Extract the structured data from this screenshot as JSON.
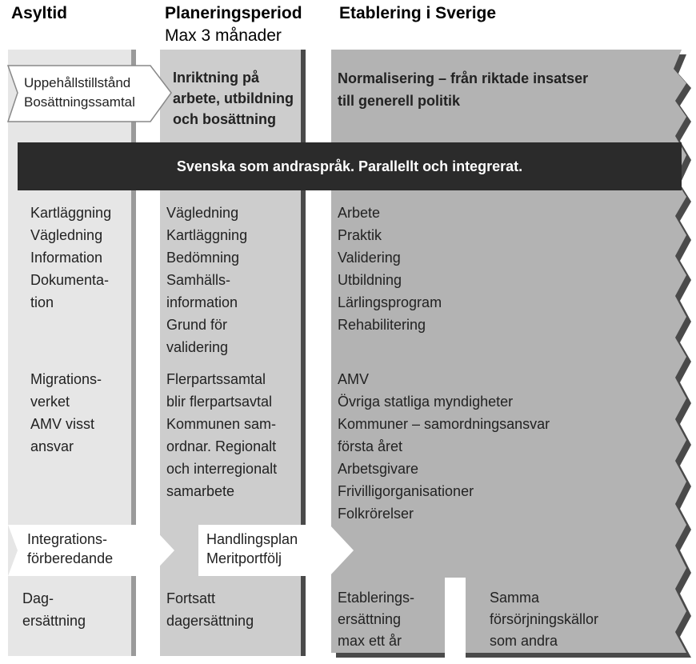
{
  "headers": {
    "asyltid": "Asyltid",
    "planering": "Planeringsperiod",
    "planering_sub": "Max 3 månader",
    "etablering": "Etablering i Sverige"
  },
  "top_row": {
    "asyl_arrow": "Uppehållstillstånd\nBosättningssamtal",
    "plan": "Inriktning på\narbete, utbildning\noch bosättning",
    "etab": "Normalisering – från riktade insatser\ntill generell politik"
  },
  "band": "Svenska som andraspråk. Parallellt och integrerat.",
  "row2": {
    "asyl": "Kartläggning\nVägledning\nInformation\nDokumenta-\ntion",
    "plan": "Vägledning\nKartläggning\nBedömning\nSamhälls-\ninformation\nGrund för\nvalidering",
    "etab": "Arbete\nPraktik\nValidering\nUtbildning\nLärlingsprogram\nRehabilitering"
  },
  "row3": {
    "asyl": "Migrations-\nverket\nAMV visst\nansvar",
    "plan": "Flerpartssamtal\nblir flerpartsavtal\nKommunen sam-\nordnar. Regionalt\noch interregionalt\nsamarbete",
    "etab": "AMV\nÖvriga statliga myndigheter\nKommuner – samordningsansvar\nförsta året\nArbetsgivare\nFrivilligorganisationer\nFolkrörelser"
  },
  "arrows_row": {
    "asyl_arrow": "Integrations-\nförberedande",
    "plan_arrow": "Handlingsplan\nMeritportfölj"
  },
  "bottom_row": {
    "asyl": "Dag-\nersättning",
    "plan": "Fortsatt\ndagersättning",
    "etab_left": "Etablerings-\nersättning\nmax ett år",
    "etab_right": "Samma\nförsörjningskällor\nsom andra"
  },
  "colors": {
    "asyl_col": "#e6e6e6",
    "plan_col": "#cdcdcd",
    "etab_col": "#b3b3b3",
    "band": "#2b2b2b"
  }
}
